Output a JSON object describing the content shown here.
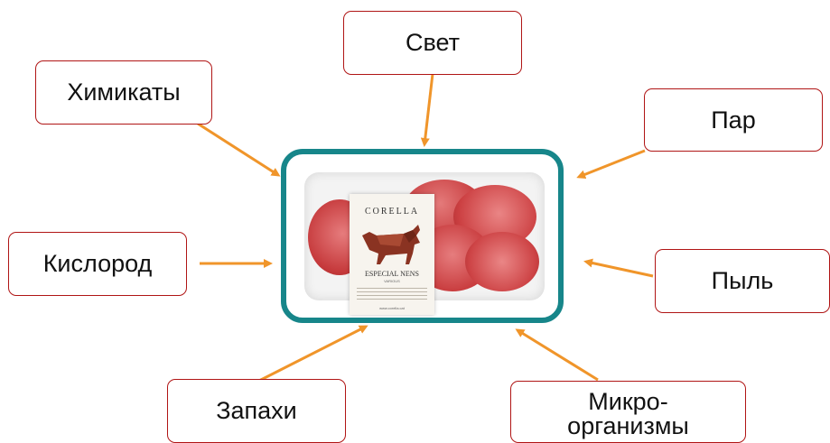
{
  "diagram": {
    "center_image": {
      "description_icon": "meat-package-image",
      "brand": "CORELLA",
      "product": "ESPECIAL NENS",
      "subline": "VARIOUS",
      "url": "www.corella.cat"
    },
    "labels": {
      "svet": "Свет",
      "khimikaty": "Химикаты",
      "par": "Пар",
      "kislorod": "Кислород",
      "pyl": "Пыль",
      "zapakhi": "Запахи",
      "mikro_line1": "Микро-",
      "mikro_line2": "организмы"
    },
    "colors": {
      "box_border": "#b01515",
      "arrow": "#f0952a",
      "frame": "#17868a"
    }
  }
}
